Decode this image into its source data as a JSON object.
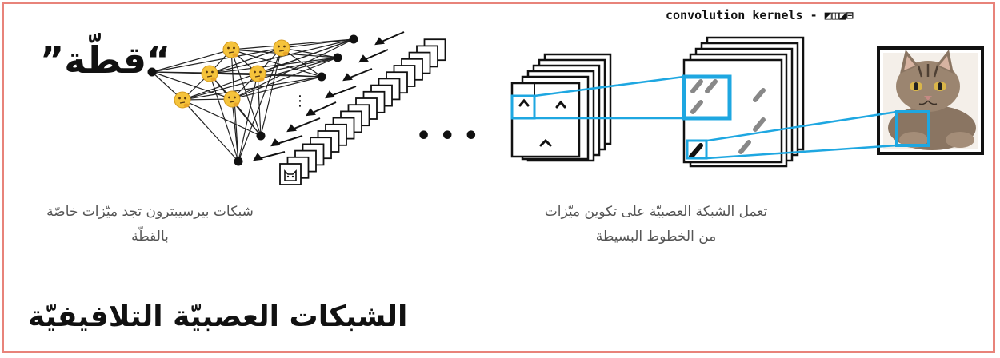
{
  "title": "الشبكات العصبيّة التلافيفيّة",
  "kernels_label": "convolution kernels - ◩◫◪⊟",
  "quote_word": "“قطّة”",
  "caption_left": "شبكات بيرسيبترون تجد ميّزات خاصّة بالقطّة",
  "caption_right": "تعمل الشبكة العصبيّة على تكوين ميّزات من الخطوط البسيطة",
  "ellipsis": "• • •",
  "vertical_dots": "⋮",
  "colors": {
    "frame_border": "#e8837a",
    "accent_blue": "#1ea7e1",
    "kernel_gray": "#888888"
  },
  "icons": [
    "thinking-face-icon",
    "cat-face-icon",
    "cat-photo"
  ]
}
